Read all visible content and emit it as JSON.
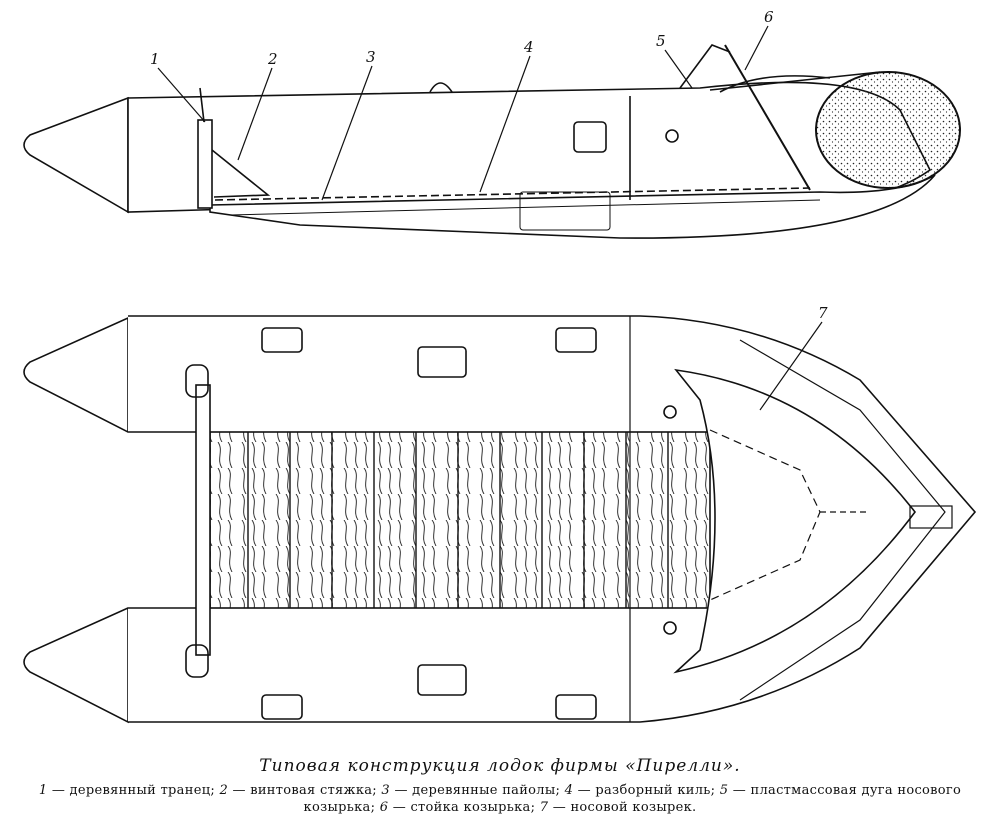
{
  "caption": {
    "title": "Типовая конструкция лодок фирмы «Пирелли».",
    "legend": [
      {
        "num": "1",
        "text": "— деревянный транец;"
      },
      {
        "num": "2",
        "text": "— винтовая стяжка;"
      },
      {
        "num": "3",
        "text": "— деревянные пайолы;"
      },
      {
        "num": "4",
        "text": "— разборный киль;"
      },
      {
        "num": "5",
        "text": "— пластмассовая дуга носового козырька;"
      },
      {
        "num": "6",
        "text": "— стойка козырька;"
      },
      {
        "num": "7",
        "text": "— носовой козырек."
      }
    ]
  },
  "callouts": [
    "1",
    "2",
    "3",
    "4",
    "5",
    "6",
    "7"
  ]
}
